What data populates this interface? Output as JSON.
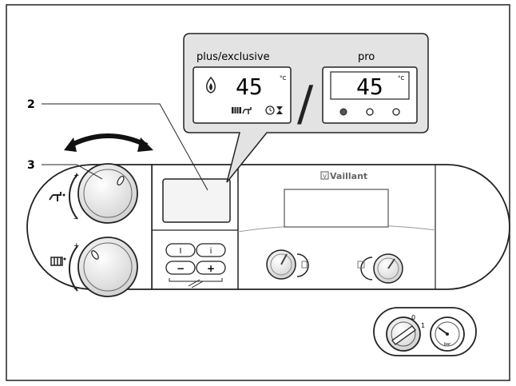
{
  "callouts": [
    {
      "label": "2"
    },
    {
      "label": "3"
    }
  ],
  "inset": {
    "left_title": "plus/exclusive",
    "right_title": "pro",
    "separator": "/",
    "left_display": {
      "temperature": "45",
      "unit": "°C",
      "icons": [
        "flame-icon",
        "radiator-icon",
        "tap-icon",
        "clock-icon",
        "hourglass-icon"
      ]
    },
    "right_display": {
      "temperature": "45",
      "unit": "°C",
      "buttons": [
        "button-1",
        "button-2",
        "button-3"
      ]
    }
  },
  "panel": {
    "brand": "Vaillant",
    "button_top_left": "I",
    "button_top_right": "i",
    "button_minus": "−",
    "button_plus": "+",
    "knob_icons": [
      "hot-water-tap-icon",
      "radiator-icon"
    ],
    "rotation_arrow": "double-arrow-icon",
    "small_gauge_label_left": "0",
    "small_gauge_label_right": "1",
    "pressure_gauge_label": "bar"
  }
}
